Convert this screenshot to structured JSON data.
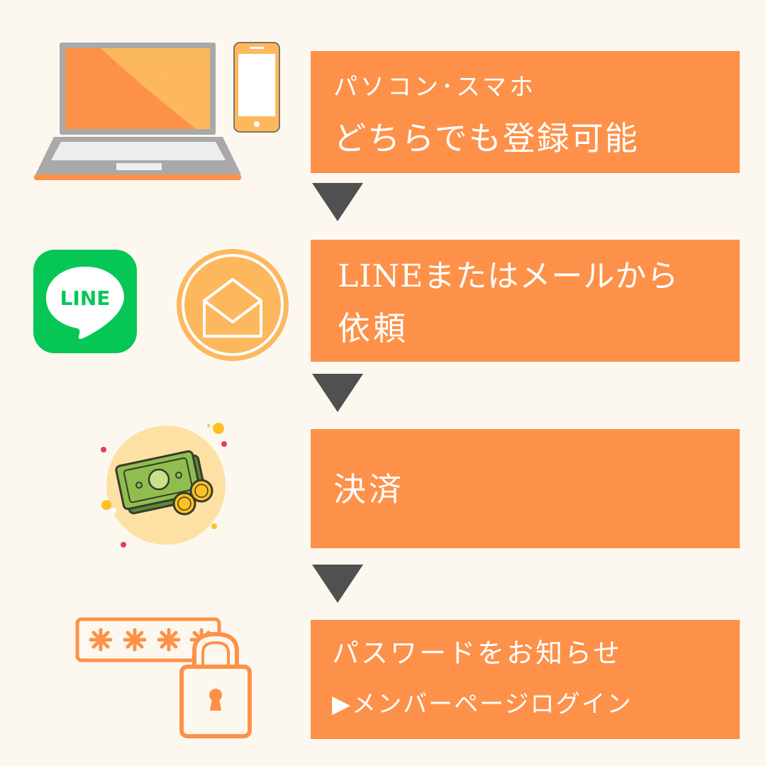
{
  "colors": {
    "background": "#fdf8ef",
    "box": "#fd9149",
    "box_text": "#ffffff",
    "arrow": "#505050",
    "line_green": "#06c755",
    "mail_orange": "#fdb85e"
  },
  "steps": [
    {
      "line1": "パソコン･スマホ",
      "line2": "どちらでも登録可能",
      "icon": "laptop-and-phone-icon"
    },
    {
      "line1": "LINEまたはメールから",
      "line2": "依頼",
      "icon": "line-and-mail-icon"
    },
    {
      "line1": "決済",
      "icon": "money-icon"
    },
    {
      "line1": "パスワードをお知らせ",
      "line2": "▶メンバーページログイン",
      "icon": "password-lock-icon"
    }
  ],
  "line_logo": {
    "text": "LINE"
  },
  "arrow_icon": "down-triangle-icon"
}
